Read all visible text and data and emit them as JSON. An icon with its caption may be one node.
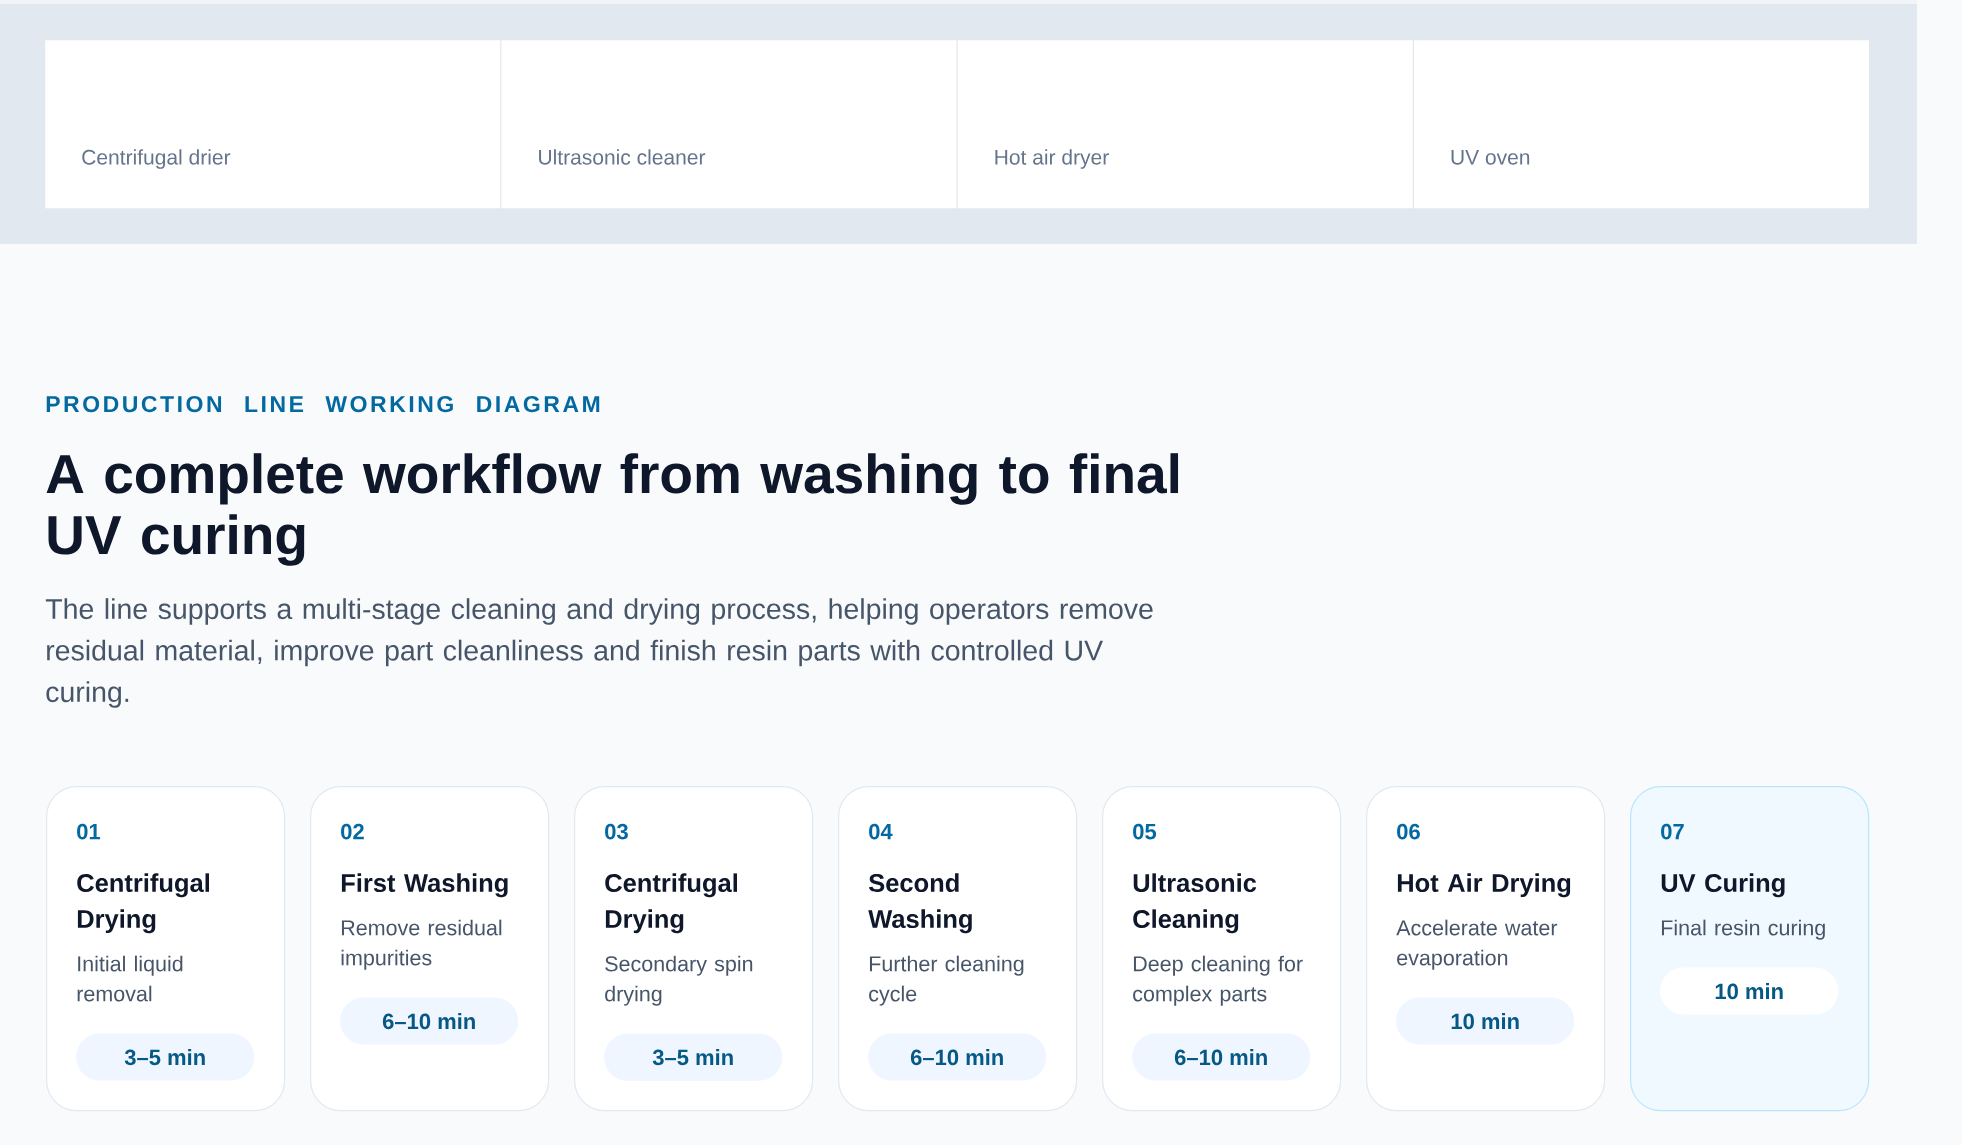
{
  "diagram": {
    "title": "A complete workflow from washing to final UV curing",
    "nodes": [
      {
        "text": [
          "Centrifugal drier"
        ]
      },
      {
        "text": [
          "Ultrasonic cleaner"
        ]
      },
      {
        "text": [
          "Hot air dryer"
        ]
      },
      {
        "text": [
          "UV oven"
        ]
      },
      {
        "text": [
          "01",
          "Centrifugal Drying",
          "Initial liquid removal"
        ]
      },
      {
        "text": [
          "3–5 min"
        ],
        "in": 4
      },
      {
        "text": [
          "02",
          "First Washing",
          "Remove residual impurities"
        ]
      },
      {
        "text": [
          "6–10 min"
        ],
        "in": 6
      },
      {
        "text": [
          "03",
          "Centrifugal Drying",
          "Secondary spin drying"
        ]
      },
      {
        "text": [
          "3–5 min"
        ],
        "in": 8
      },
      {
        "text": [
          "04",
          "Second Washing",
          "Further cleaning cycle"
        ]
      },
      {
        "text": [
          "6–10 min"
        ],
        "in": 10
      },
      {
        "text": [
          "05",
          "Ultrasonic Cleaning",
          "Deep cleaning for complex parts"
        ]
      },
      {
        "text": [
          "6–10 min"
        ],
        "in": 12
      },
      {
        "text": [
          "06",
          "Hot Air Drying",
          "Accelerate water evaporation"
        ]
      },
      {
        "text": [
          "10 min"
        ],
        "in": 14
      },
      {
        "text": [
          "07",
          "UV Curing",
          "Final resin curing"
        ]
      },
      {
        "text": [
          "10 min"
        ],
        "in": 16
      }
    ],
    "labels": [
      "PRODUCTION LINE WORKING DIAGRAM",
      "The line supports a multi-stage cleaning and drying process, helping operators remove residual material, improve part cleanliness and finish resin parts with controlled UV curing."
    ]
  }
}
